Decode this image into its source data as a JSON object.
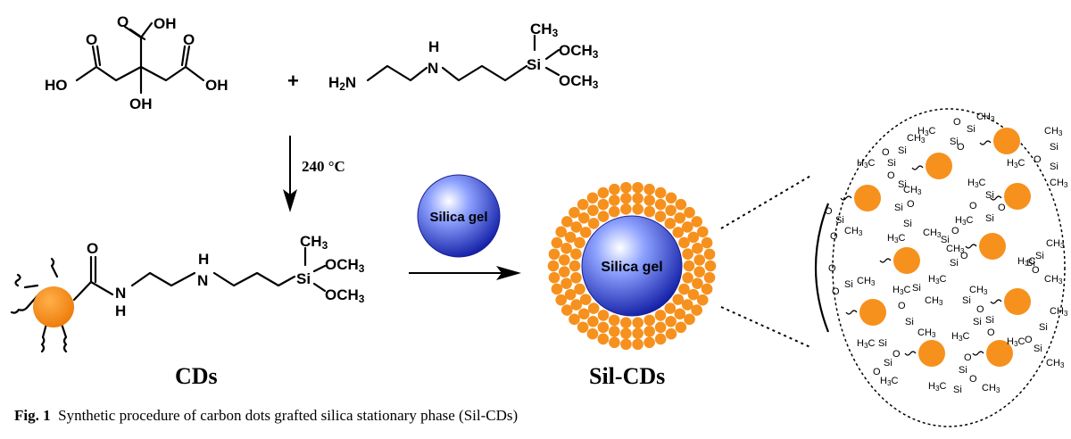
{
  "reactant1": {
    "cooh_top": "OH",
    "ho_left": "HO",
    "oh_right": "OH",
    "oh_center": "OH",
    "o1": "O",
    "o2": "O",
    "o3": "O"
  },
  "plus": "+",
  "reactant2": {
    "h2n": "H2N",
    "nh_h": "H",
    "nh_n": "N",
    "si": "Si",
    "methyl": "CH3",
    "ome1": "OCH3",
    "ome2": "OCH3"
  },
  "condition": "240 °C",
  "product": {
    "o": "O",
    "n1": "N",
    "h1": "H",
    "h2": "H",
    "n2": "N",
    "si": "Si",
    "methyl": "CH3",
    "ome1": "OCH3",
    "ome2": "OCH3",
    "label": "CDs"
  },
  "silica_label": "Silica gel",
  "silcds": {
    "core_label": "Silica gel",
    "label": "Sil-CDs"
  },
  "zoom": {
    "si": "Si",
    "o": "O",
    "ch3": "CH3",
    "h3c": "H3C"
  },
  "caption": {
    "prefix": "Fig. 1",
    "text": "Synthetic procedure of carbon dots grafted silica stationary phase (Sil-CDs)"
  },
  "colors": {
    "cd_orange": "#f6911e",
    "silica_blue": "#2b3fd6"
  }
}
